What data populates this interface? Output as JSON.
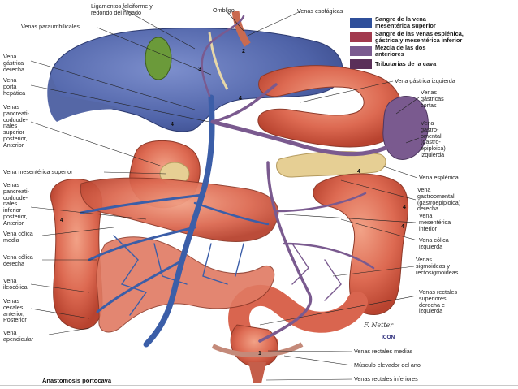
{
  "legend": [
    {
      "label": "Sangre de la vena\nmesentérica superior",
      "color": "#2f4f9a"
    },
    {
      "label": "Sangre de las venas esplénica,\ngástrica y mesentérica inferior",
      "color": "#a23a4e"
    },
    {
      "label": "Mezcla de las dos\nanteriores",
      "color": "#7a5a8f"
    },
    {
      "label": "Tributarias de la cava",
      "color": "#5a2f59"
    }
  ],
  "labels": {
    "ligamentos": "Ligamentos falciforme y\nredondo del hígado",
    "ombligo": "Ombligo",
    "venas_esofagicas": "Venas esofágicas",
    "venas_paraumbilicales": "Venas paraumbilicales",
    "vena_gastrica_derecha": "Vena\ngástrica\nderecha",
    "vena_porta_hepatica": "Vena\nporta\nhepática",
    "venas_pancreaticoduodenales_sup": "Venas\npancreati-\ncoduode-\nnales\nsuperior\nposterior,\nAnterior",
    "vena_mesenterica_superior": "Vena mesentérica superior",
    "venas_pancreaticoduodenales_inf": "Venas\npancreati-\ncoduode-\nnales\ninferior\nposterior,\nAnterior",
    "vena_colica_media": "Vena cólica\nmedia",
    "vena_colica_derecha": "Vena cólica\nderecha",
    "vena_ileocolica": "Vena\nileocólica",
    "venas_cecales": "Venas\ncecales\nanterior,\nPosterior",
    "vena_apendicular": "Vena\napendicular",
    "vena_gastrica_izquierda": "Vena gástrica izquierda",
    "venas_gastricas_cortas": "Venas\ngástricas\ncortas",
    "vena_gastroomental_izq": "Vena\ngastro-\nomental\n(gastro-\nepiploica)\nizquierda",
    "vena_esplenica": "Vena esplénica",
    "vena_gastroomental_der": "Vena\ngastroomental\n(gastroepiploica)\nderecha",
    "vena_mesenterica_inferior": "Vena\nmesentérica\ninferior",
    "vena_colica_izquierda": "Vena cólica\nizquierda",
    "venas_sigmoideas": "Venas\nsigmoideas y\nrectosigmoideas",
    "venas_rectales_superiores": "Venas rectales\nsuperiores\nderecha e\nizquierda",
    "venas_rectales_medias": "Venas rectales medias",
    "musculo_elevador": "Músculo elevador del ano",
    "venas_rectales_inferiores": "Venas rectales inferiores"
  },
  "caption": "Anastomosis portocava",
  "anastomosis_numbers": [
    "1",
    "2",
    "3",
    "4"
  ],
  "signature": "F. Netter",
  "publisher_logo": "ICON",
  "colors": {
    "portal_blue": "#3b5ea8",
    "liver": "#4f6aa8",
    "organ_red": "#d9654f",
    "organ_highlight": "#f0a58c",
    "spleen": "#7a5a8f",
    "gallbladder": "#6b9a3a",
    "pancreas": "#e6cf94"
  }
}
